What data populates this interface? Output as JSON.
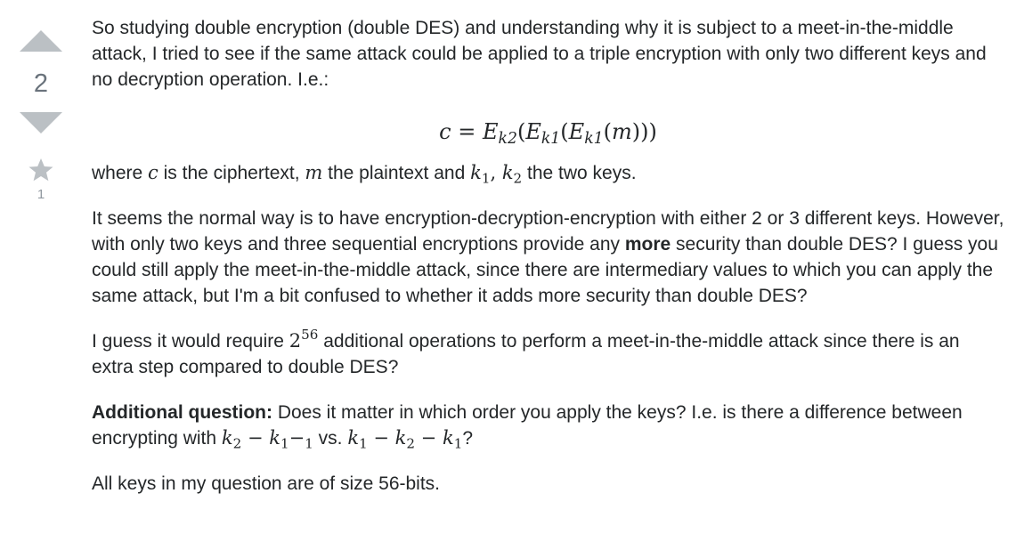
{
  "vote": {
    "score": "2",
    "favorites": "1"
  },
  "post": {
    "p1": "So studying double encryption (double DES) and understanding why it is subject to a meet-in-the-middle attack, I tried to see if the same attack could be applied to a triple encryption with only two different keys and no decryption operation. I.e.:",
    "eq": {
      "c": "c",
      "eq": "=",
      "E": "E",
      "k1": "k1",
      "k2": "k2",
      "m": "m"
    },
    "p2": {
      "where": "where ",
      "c": "c",
      "is_cipher": " is the ciphertext, ",
      "m": "m",
      "plain_and": " the plaintext and ",
      "k": "k",
      "sub1": "1",
      "comma": ", ",
      "sub2": "2",
      "two_keys": " the two keys."
    },
    "p3": {
      "a": "It seems the normal way is to have encryption-decryption-encryption with either 2 or 3 different keys. However, with only two keys and three sequential encryptions provide any ",
      "bold": "more",
      "b": " security than double DES? I guess you could still apply the meet-in-the-middle attack, since there are intermediary values to which you can apply the same attack, but I'm a bit confused to whether it adds more security than double DES?"
    },
    "p4": {
      "a": "I guess it would require ",
      "base": "2",
      "exp": "56",
      "b": " additional operations to perform a meet-in-the-middle attack since there is an extra step compared to double DES?"
    },
    "p5": {
      "bold": "Additional question:",
      "a": " Does it matter in which order you apply the keys? I.e. is there a difference between encrypting with ",
      "k": "k",
      "sub1": "1",
      "sub2": "2",
      "minus": " − ",
      "one": "1",
      "vs": " vs. ",
      "q": "?"
    },
    "p6": "All keys in my question are of size 56-bits."
  }
}
